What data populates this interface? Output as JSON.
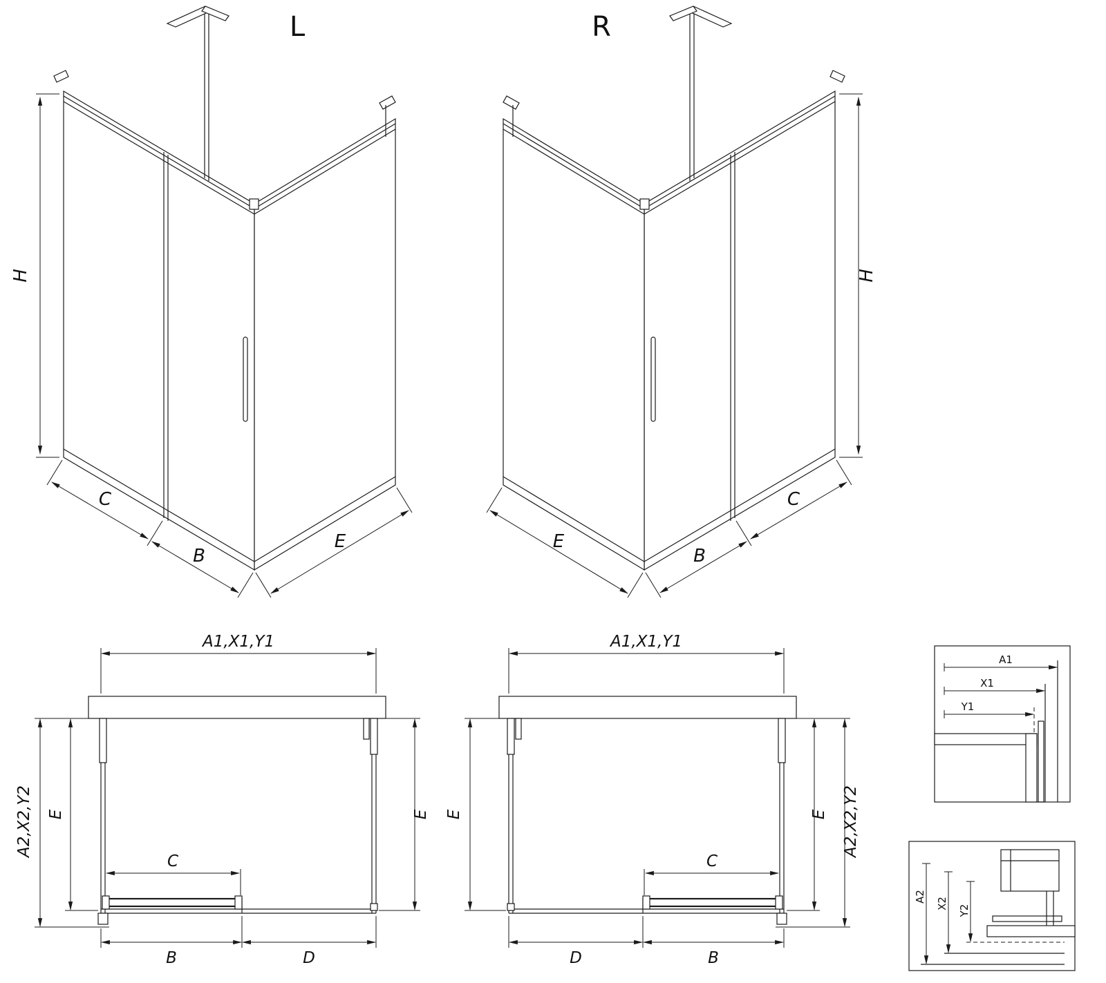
{
  "page": {
    "background": "#ffffff"
  },
  "drawing": {
    "colors": {
      "line": "#1a1a1a",
      "detail_label": "#8c8c8c",
      "background": "#ffffff"
    },
    "iso_left": {
      "title": "L",
      "dim_h": "H",
      "dim_c": "C",
      "dim_b": "B",
      "dim_e": "E"
    },
    "iso_right": {
      "title": "R",
      "dim_h": "H",
      "dim_c": "C",
      "dim_b": "B",
      "dim_e": "E"
    },
    "plan_left": {
      "dim_width": "A1,X1,Y1",
      "dim_depth_outer": "A2,X2,Y2",
      "dim_e_left": "E",
      "dim_e_right": "E",
      "dim_c": "C",
      "dim_b": "B",
      "dim_d": "D"
    },
    "plan_right": {
      "dim_width": "A1,X1,Y1",
      "dim_depth_outer": "A2,X2,Y2",
      "dim_e_left": "E",
      "dim_e_right": "E",
      "dim_c": "C",
      "dim_b": "B",
      "dim_d": "D"
    },
    "detail_top": {
      "dims": [
        "A1",
        "X1",
        "Y1"
      ]
    },
    "detail_bottom": {
      "dims": [
        "A2",
        "X2",
        "Y2"
      ]
    }
  }
}
